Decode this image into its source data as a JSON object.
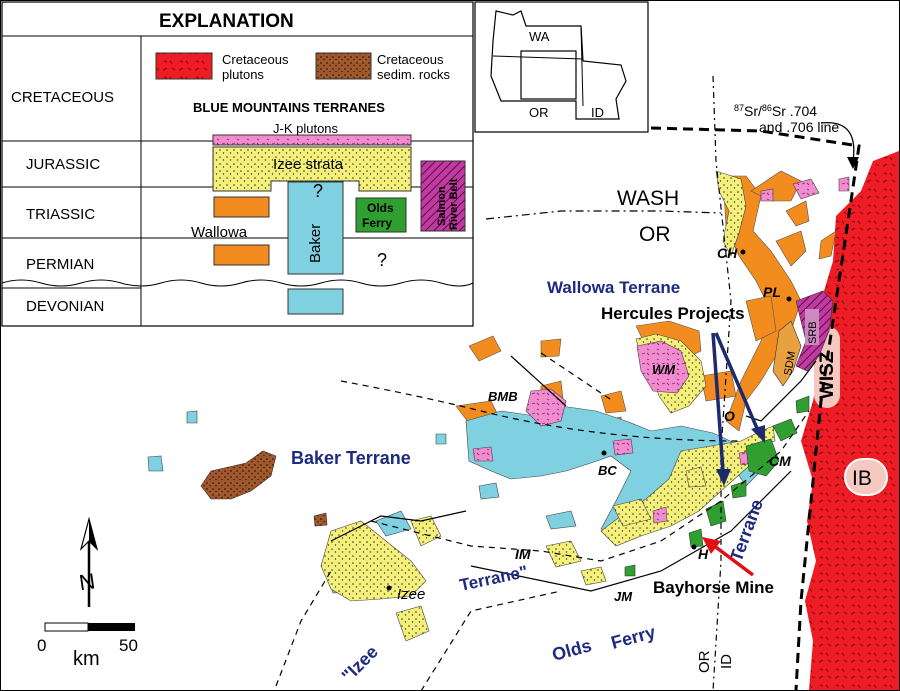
{
  "explanation": {
    "title": "EXPLANATION",
    "periods": [
      "CRETACEOUS",
      "JURASSIC",
      "TRIASSIC",
      "PERMIAN",
      "DEVONIAN"
    ],
    "legend_plutons": "Cretaceous\nplutons",
    "legend_sedim": "Cretaceous\nsedim. rocks",
    "terranes_title": "BLUE MOUNTAINS TERRANES",
    "jk_plutons": "J-K plutons",
    "izee": "Izee  strata",
    "baker": "Baker",
    "olds_ferry": "Olds\nFerry",
    "salmon_river": "Salmon\nRiver Belt",
    "wallowa": "Wallowa",
    "q1": "?",
    "q2": "?"
  },
  "inset": {
    "wa": "WA",
    "or": "OR",
    "id": "ID"
  },
  "map": {
    "sr_line": "87Sr/86Sr .704",
    "sr_line2": "and .706 line",
    "wash": "WASH",
    "or": "OR",
    "ch": "CH",
    "pl": "PL",
    "wallowa_terrane": "Wallowa Terrane",
    "hercules": "Hercules Projects",
    "srb": "SRB",
    "sdm": "SDM",
    "wm": "WM",
    "wisz": "WISZ",
    "bmb": "BMB",
    "o": "O",
    "baker_terrane": "Baker Terrane",
    "bc": "BC",
    "cm": "CM",
    "ib": "IB",
    "terrane_right": "Terrane",
    "h": "H",
    "im": "IM",
    "bayhorse": "Bayhorse Mine",
    "izee": "Izee",
    "terrane_quote": "Terrane\"",
    "jm": "JM",
    "olds": "Olds",
    "ferry": "Ferry",
    "izee_quote": "\"Izee",
    "or_vert": "OR",
    "id_vert": "ID"
  },
  "scale": {
    "zero": "0",
    "unit": "km",
    "fifty": "50",
    "north": "N"
  },
  "colors": {
    "pluton_red": "#ee1c24",
    "sedim_brown": "#8b4a26",
    "izee_yellow": "#f5f07a",
    "baker_blue": "#7fd0e0",
    "olds_green": "#2fa02f",
    "salmon_magenta": "#c03aa0",
    "wallowa_orange": "#f28c1e",
    "jk_pink": "#f08ccf",
    "label_navy": "#1c2a80",
    "hercules_arrow": "#1c2a70",
    "bayhorse_arrow": "#e01010"
  }
}
